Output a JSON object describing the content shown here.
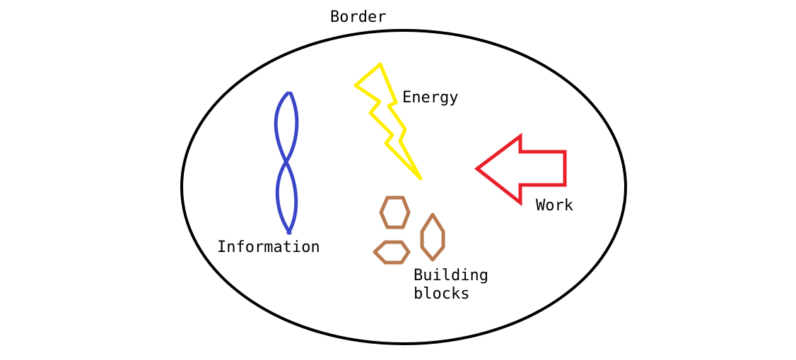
{
  "labels": {
    "border": "Border",
    "energy": "Energy",
    "work": "Work",
    "information": "Information",
    "building_blocks_line1": "Building",
    "building_blocks_line2": "blocks"
  },
  "colors": {
    "background": "#ffffff",
    "border": "#000000",
    "information": "#3a46c8",
    "energy": "#ffee00",
    "work": "#e8202a",
    "building_blocks": "#b87a50"
  },
  "icons": {
    "border": "cell-membrane-ellipse",
    "information": "dna-helix-icon",
    "energy": "lightning-bolt-icon",
    "work": "left-arrow-icon",
    "building_blocks": "hexagon-molecules-icon"
  }
}
